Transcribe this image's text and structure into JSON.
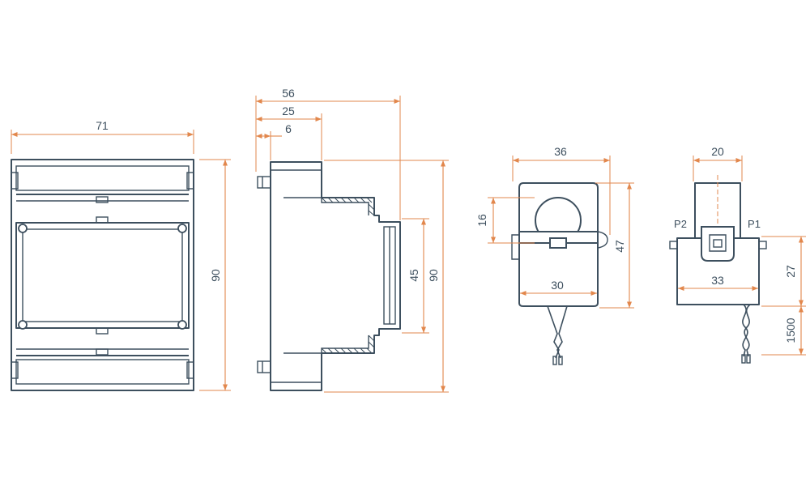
{
  "views": {
    "front": {
      "width": "71",
      "height": "90"
    },
    "side": {
      "depth_total": "56",
      "depth_mid": "25",
      "depth_small": "6",
      "rail_height": "45",
      "height": "90"
    },
    "ct_front": {
      "width": "36",
      "window": "16",
      "base_width": "30",
      "height": "47"
    },
    "ct_side": {
      "width": "20",
      "base_width": "33",
      "body_height": "27",
      "lead_length": "1500",
      "terminal_left": "P2",
      "terminal_right": "P1"
    }
  },
  "colors": {
    "outline": "#3d4f5e",
    "dimension": "#e2874c",
    "background": "#ffffff"
  }
}
